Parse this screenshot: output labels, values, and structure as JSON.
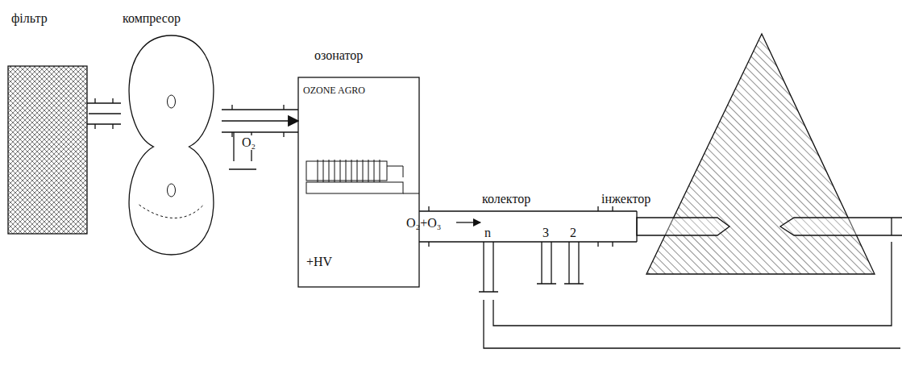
{
  "diagram": {
    "nodes": [
      {
        "text": [
          "фільтр"
        ]
      },
      {
        "text": [
          "компресор"
        ]
      },
      {
        "text": [
          "озонатор",
          "OZONE AGRO",
          "+HV"
        ]
      }
    ],
    "edges": [
      {
        "from": 0,
        "to": 1,
        "arrow": "none"
      },
      {
        "from": 1,
        "to": 2,
        "label": "O₂",
        "arrow": "to"
      }
    ],
    "labels": [
      "O₂+O₃",
      "колектор",
      "n",
      "3",
      "2",
      "інжектор"
    ]
  }
}
